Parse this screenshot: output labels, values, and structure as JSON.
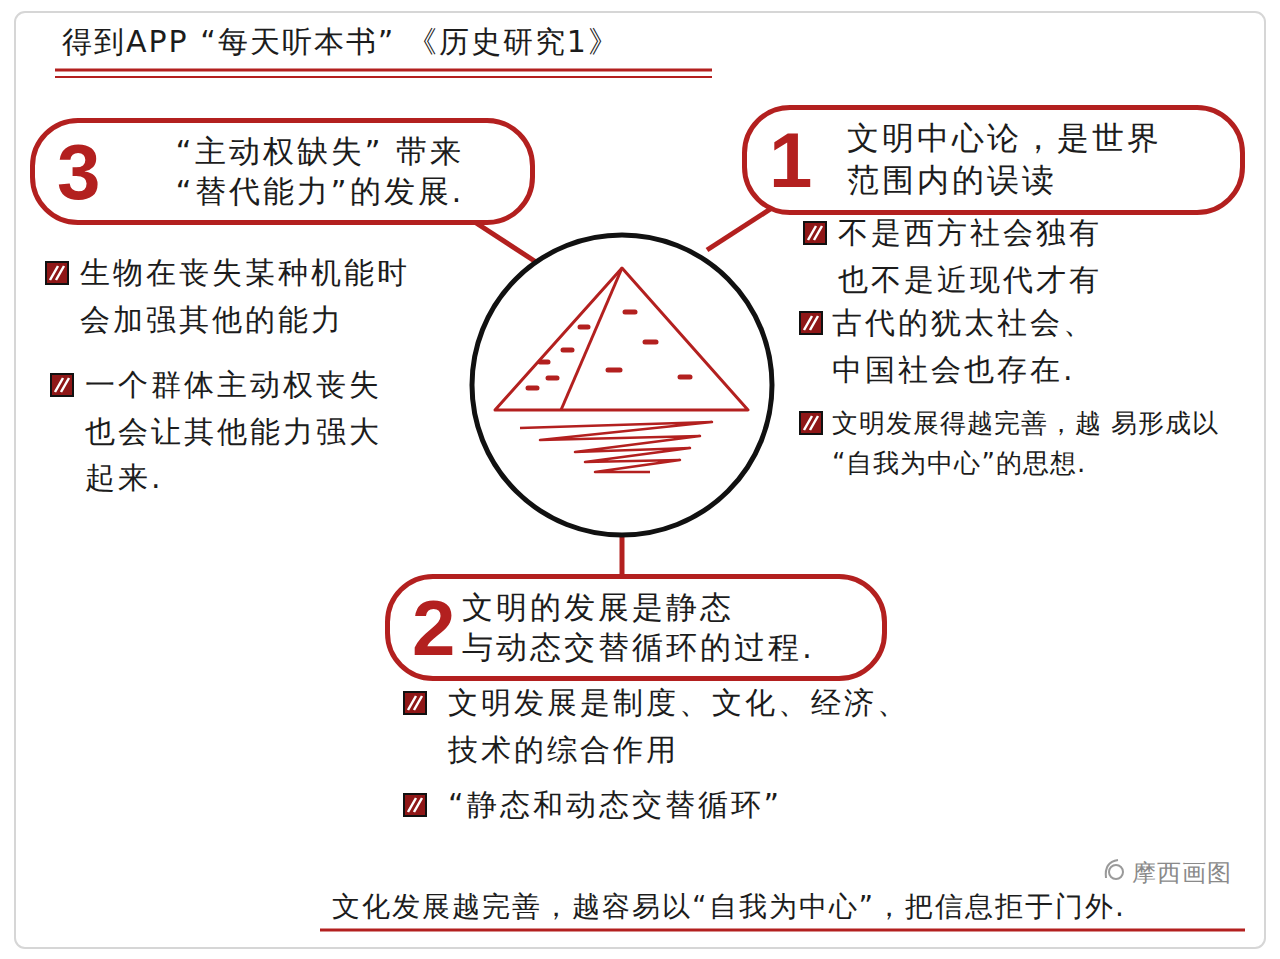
{
  "diagram": {
    "title": "得到APP “每天听本书” 《历史研究1》",
    "caption": "文化发展越完善，越容易以“自我为中心”，把信息拒于门外.",
    "nodes": [
      {
        "text": [
          "3",
          "“主动权缺失” 带来“替代能力”的发展."
        ]
      },
      {
        "text": [
          "1",
          "文明中心论，是世界 范围内的误读"
        ]
      },
      {
        "text": [
          "2",
          "文明的发展是静态 与动态交替循环的过程."
        ]
      }
    ],
    "labels": [
      "生物在丧失某种机能时 会加强其他的能力",
      "一个群体主动权丧失 也会让其他能力强大 起来.",
      "不是西方社会独有 也不是近现代才有",
      "古代的犹太社会、 中国社会也存在.",
      "文明发展得越完善，越 易形成以“自我为中心”的思想.",
      "文明发展是制度、文化、经济、 技术的综合作用",
      "“静态和动态交替循环”",
      "摩西画图"
    ]
  }
}
